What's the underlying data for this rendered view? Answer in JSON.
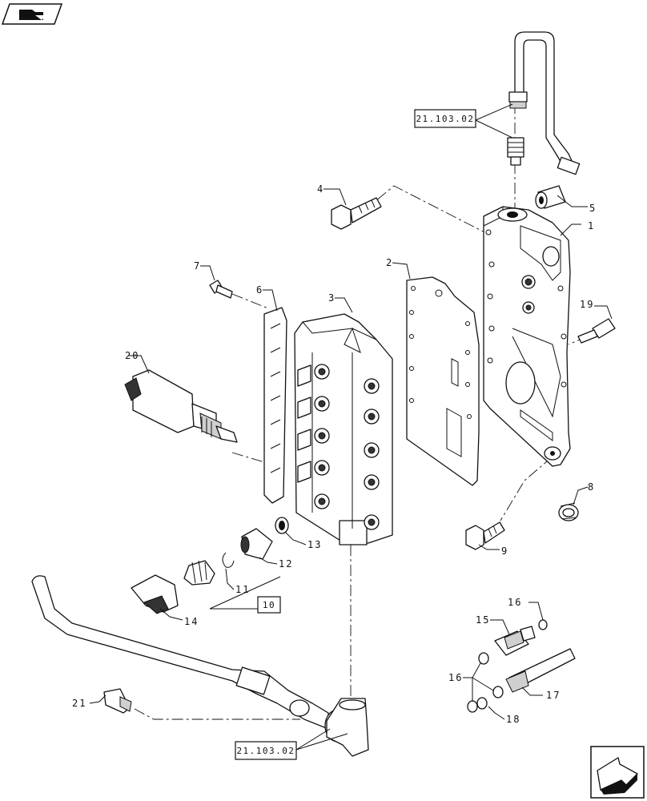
{
  "references": {
    "top": "21.103.02",
    "bottom": "21.103.02",
    "group": "10"
  },
  "callouts": [
    {
      "id": "c1",
      "text": "1"
    },
    {
      "id": "c2",
      "text": "2"
    },
    {
      "id": "c3",
      "text": "3"
    },
    {
      "id": "c4",
      "text": "4"
    },
    {
      "id": "c5",
      "text": "5"
    },
    {
      "id": "c6",
      "text": "6"
    },
    {
      "id": "c7",
      "text": "7"
    },
    {
      "id": "c8",
      "text": "8"
    },
    {
      "id": "c9",
      "text": "9"
    },
    {
      "id": "c11",
      "text": "11"
    },
    {
      "id": "c12",
      "text": "12"
    },
    {
      "id": "c13",
      "text": "13"
    },
    {
      "id": "c14",
      "text": "14"
    },
    {
      "id": "c15",
      "text": "15"
    },
    {
      "id": "c16a",
      "text": "16"
    },
    {
      "id": "c16b",
      "text": "16"
    },
    {
      "id": "c17",
      "text": "17"
    },
    {
      "id": "c18",
      "text": "18"
    },
    {
      "id": "c19",
      "text": "19"
    },
    {
      "id": "c20",
      "text": "20"
    },
    {
      "id": "c21",
      "text": "21"
    }
  ],
  "icons": {
    "top_left": "book-icon",
    "bottom_right": "next-page-arrow-icon"
  }
}
